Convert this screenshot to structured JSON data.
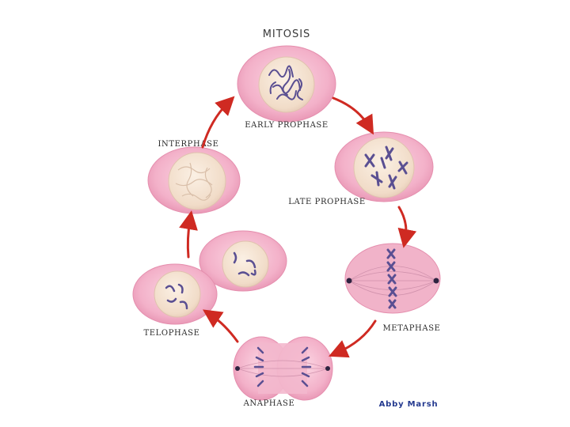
{
  "title": "MITOSIS",
  "credit": "Abby Marsh",
  "stages": {
    "early_prophase": "EARLY PROPHASE",
    "late_prophase": "LATE PROPHASE",
    "metaphase": "METAPHASE",
    "anaphase": "ANAPHASE",
    "telophase": "TELOPHASE",
    "interphase": "INTERPHASE"
  },
  "colors": {
    "cell": "#f4b4cc",
    "cell_edge": "#e58fae",
    "nucleus": "#f6e4d2",
    "chromosome": "#5a4f92",
    "arrow": "#cf2a22"
  }
}
